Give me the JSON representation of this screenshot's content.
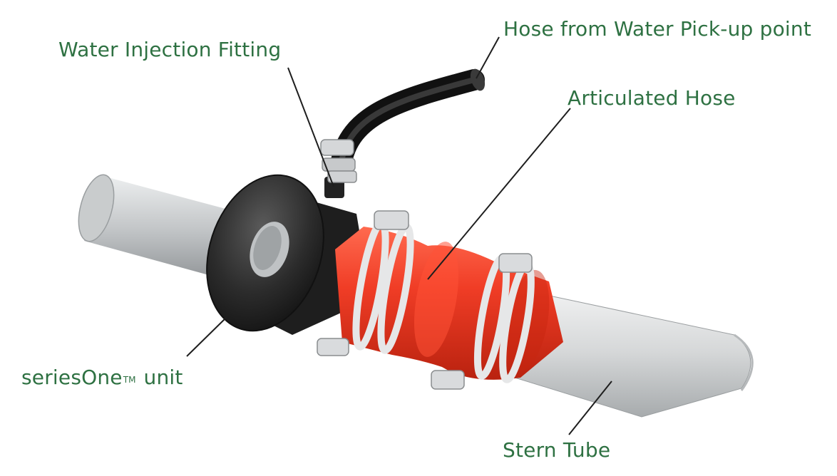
{
  "labels": {
    "water_injection_fitting": "Water Injection Fitting",
    "hose_from_pickup": "Hose from Water Pick-up point",
    "articulated_hose": "Articulated Hose",
    "series_one_prefix": "seriesOne",
    "series_one_tm": "TM",
    "series_one_suffix": "unit",
    "stern_tube": "Stern Tube"
  },
  "colors": {
    "label_text": "#2e7142",
    "leader_line": "#1e1e1e",
    "hose_red": "#ef3a24",
    "seal_black": "#2a2a2a",
    "shaft_grey": "#b5b8ba",
    "clamp_silver": "#d5d7d9"
  }
}
